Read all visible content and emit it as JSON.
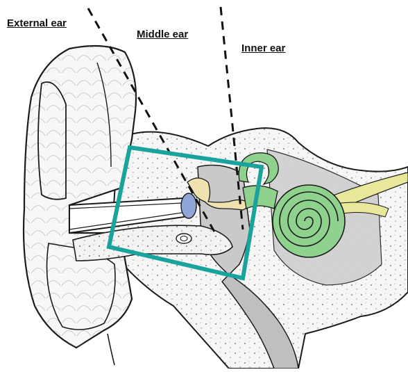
{
  "labels": {
    "external": "External ear",
    "middle": "Middle ear",
    "inner": "Inner ear"
  },
  "colors": {
    "highlight_box": "#1aa39c",
    "cochlea": "#8ed28e",
    "ossicles": "#efe2b0",
    "eardrum": "#8fa6d6",
    "nerve": "#e8e89a",
    "bone_fill": "#f4f4f4",
    "cavity_gray": "#c9c9c9",
    "outline": "#1a1a1a"
  },
  "icons": [
    "ear-anatomy-illustration"
  ]
}
